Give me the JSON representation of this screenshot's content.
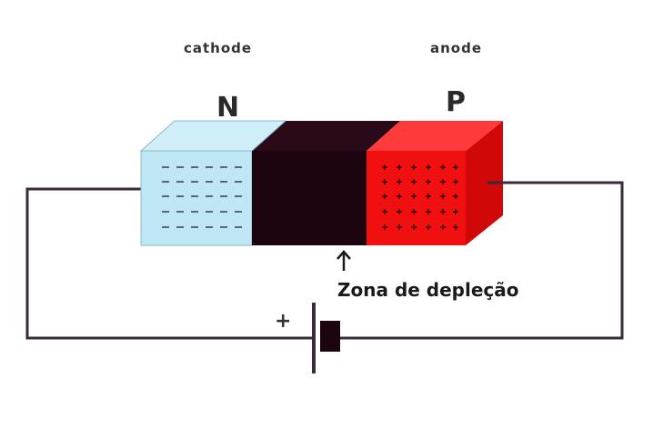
{
  "labels": {
    "cathode": "cathode",
    "anode": "anode",
    "n_region": "N",
    "p_region": "P",
    "depletion_zone": "Zona de depleção",
    "battery_positive": "+"
  },
  "colors": {
    "n_region": "#bfe6f4",
    "n_region_top": "#cfeef8",
    "n_region_side": "#9ecfe0",
    "depletion": "#1c0410",
    "p_region": "#f01010",
    "p_region_top": "#ff3a3a",
    "p_region_side": "#d00808",
    "wire": "#3a2a3a",
    "carrier_marks": "#333333"
  }
}
